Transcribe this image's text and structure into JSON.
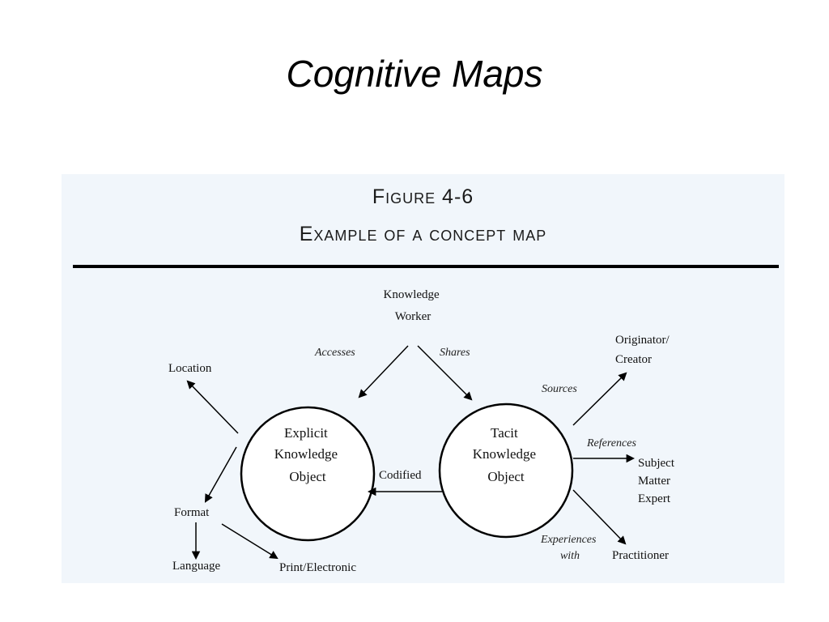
{
  "slide": {
    "title": "Cognitive Maps"
  },
  "figure": {
    "number": "Figure 4-6",
    "title": "Example of a concept map"
  },
  "concept_map": {
    "nodes": {
      "knowledge_worker": [
        "Knowledge",
        "Worker"
      ],
      "explicit": [
        "Explicit",
        "Knowledge",
        "Object"
      ],
      "tacit": [
        "Tacit",
        "Knowledge",
        "Object"
      ],
      "location": "Location",
      "format": "Format",
      "language": "Language",
      "print_electronic": "Print/Electronic",
      "originator": [
        "Originator/",
        "Creator"
      ],
      "sme": [
        "Subject",
        "Matter",
        "Expert"
      ],
      "practitioner": "Practitioner"
    },
    "relations": {
      "accesses": "Accesses",
      "shares": "Shares",
      "codified": "Codified",
      "sources": "Sources",
      "references": "References",
      "experiences_with": [
        "Experiences",
        "with"
      ]
    }
  }
}
